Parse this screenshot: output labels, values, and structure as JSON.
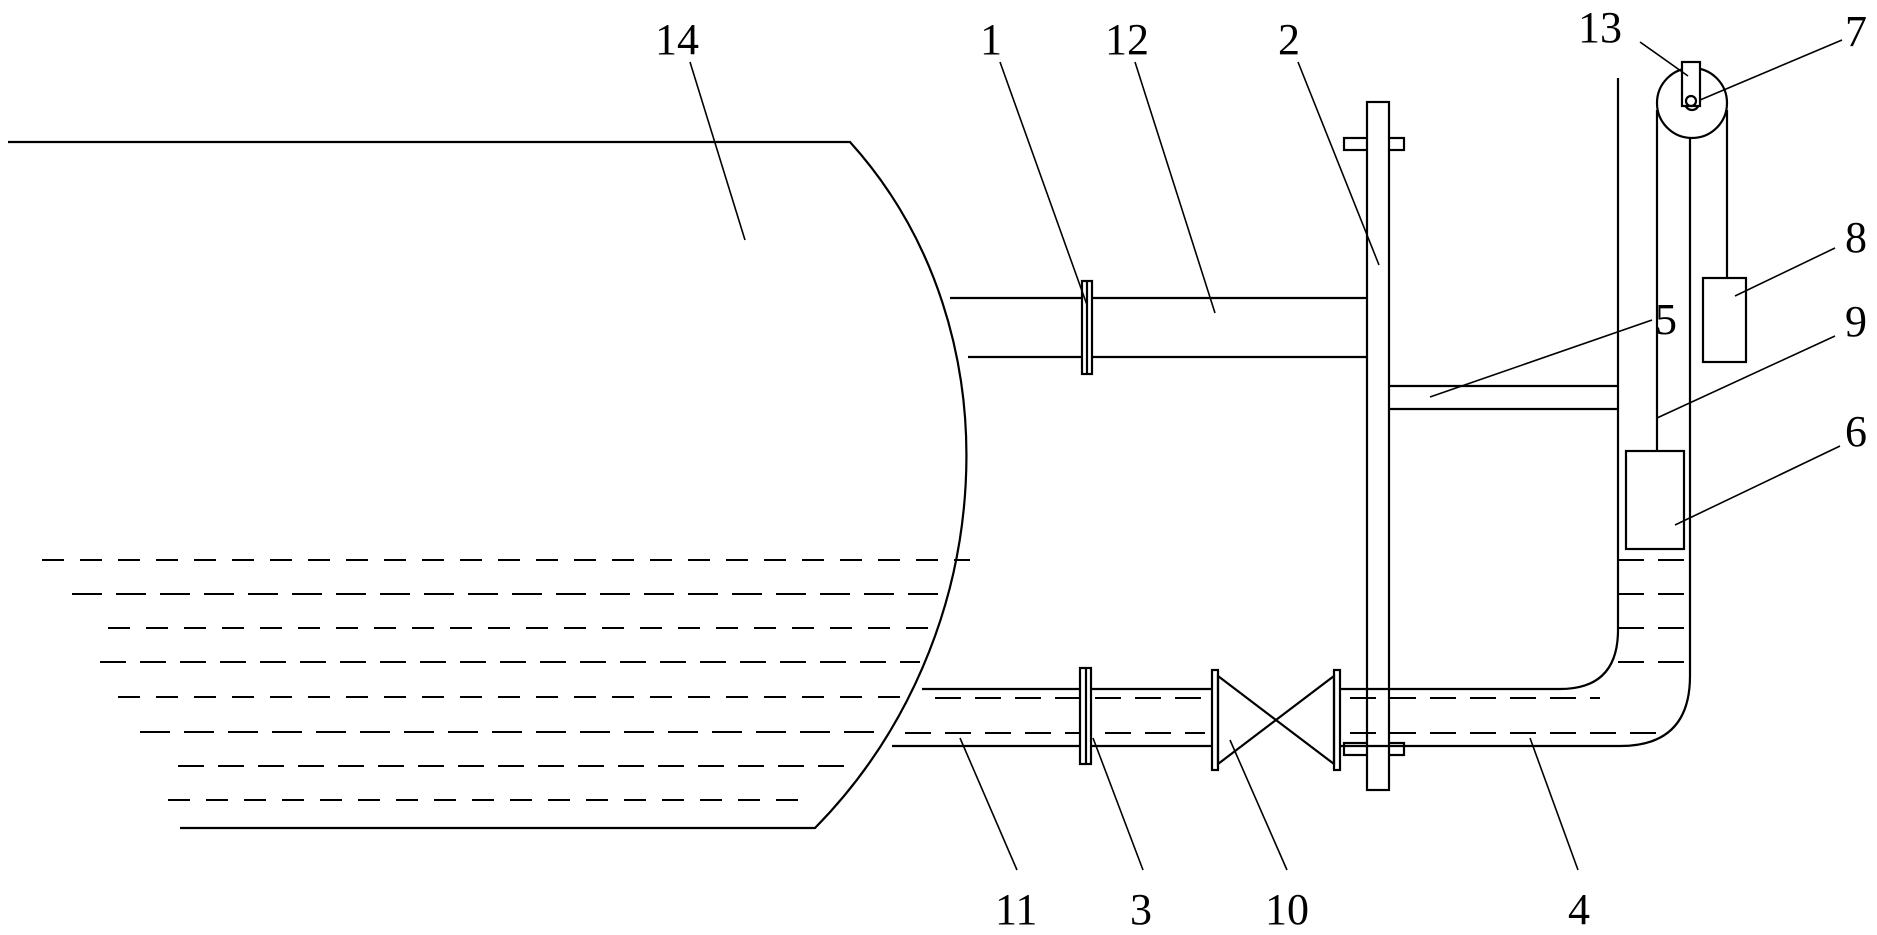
{
  "labels": {
    "l14": "14",
    "l1": "1",
    "l12": "12",
    "l2": "2",
    "l13": "13",
    "l7": "7",
    "l8": "8",
    "l9": "9",
    "l5": "5",
    "l6": "6",
    "l11": "11",
    "l3": "3",
    "l10": "10",
    "l4": "4"
  },
  "colors": {
    "stroke": "#000000",
    "background": "#ffffff"
  }
}
